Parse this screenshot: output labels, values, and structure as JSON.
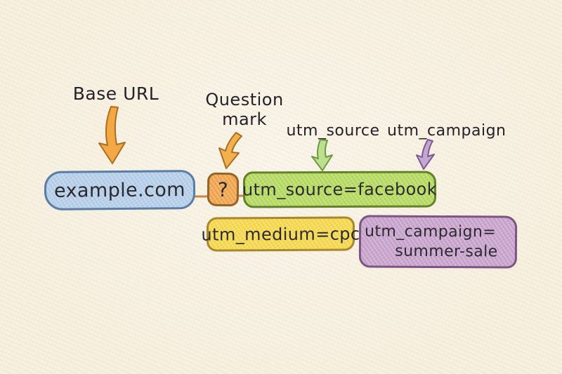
{
  "diagram_title": "UTM URL structure (hand-drawn diagram)",
  "background_color": "#f9f2e2",
  "ink_color": "#23222a",
  "labels": {
    "base_url": "Base URL",
    "question_mark": {
      "line1": "Question",
      "line2": "mark"
    },
    "utm_source": "utm_source",
    "utm_campaign": "utm_campaign"
  },
  "url_parts": {
    "base_url": {
      "text": "example.com",
      "fill": "#b6cfea",
      "border": "#5a7da6"
    },
    "separator": {
      "text": "?",
      "fill": "#f1a64f",
      "border": "#92652c"
    },
    "utm_source": {
      "text": "utm_source=facebook",
      "fill": "#b6db60",
      "border": "#63822a"
    },
    "utm_medium": {
      "text": "utm_medium=cpc",
      "fill": "#f7d94e",
      "border": "#a8872e"
    },
    "utm_campaign": {
      "line1": "utm_campaign=",
      "line2": "summer-sale",
      "fill": "#c9a4ce",
      "border": "#7b5683"
    }
  },
  "arrows": {
    "base_url": {
      "fill": "#f3a845",
      "stroke": "#a96f1e"
    },
    "question_mark": {
      "fill": "#f3b04f",
      "stroke": "#a96f1e"
    },
    "utm_source": {
      "fill": "#bcdf90",
      "stroke": "#6d9b3f"
    },
    "utm_campaign": {
      "fill": "#c3a8d1",
      "stroke": "#7e5a90"
    }
  },
  "connector_color": "#c8863f"
}
